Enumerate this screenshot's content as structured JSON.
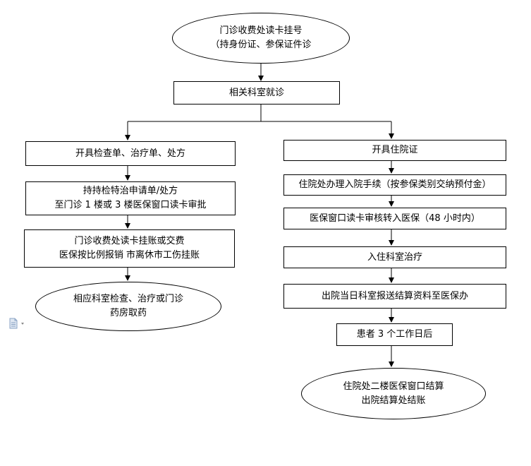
{
  "flowchart": {
    "start": {
      "lines": [
        "门诊收费处读卡挂号",
        "（持身份证、参保证件诊"
      ]
    },
    "department": {
      "lines": [
        "相关科室就诊"
      ]
    },
    "outpatient": [
      {
        "lines": [
          "开具检查单、治疗单、处方"
        ]
      },
      {
        "lines": [
          "持持检特治申请单/处方",
          "至门诊 1 楼或 3 楼医保窗口读卡审批"
        ]
      },
      {
        "lines": [
          "门诊收费处读卡挂账或交费",
          "医保按比例报销    市离休市工伤挂账"
        ]
      },
      {
        "lines": [
          "相应科室检查、治疗或门诊",
          "药房取药"
        ]
      }
    ],
    "inpatient": [
      {
        "lines": [
          "开具住院证"
        ]
      },
      {
        "lines": [
          "住院处办理入院手续（按参保类别交纳预付金）"
        ]
      },
      {
        "lines": [
          "医保窗口读卡审核转入医保（48 小时内）"
        ]
      },
      {
        "lines": [
          "入住科室治疗"
        ]
      },
      {
        "lines": [
          "出院当日科室报送结算资料至医保办"
        ]
      },
      {
        "lines": [
          "患者 3 个工作日后"
        ]
      },
      {
        "lines": [
          "住院处二楼医保窗口结算",
          "出院结算处结账"
        ]
      }
    ]
  },
  "side_icon": "document-icon",
  "colors": {
    "line": "#000000",
    "background": "#ffffff",
    "icon": "#8aa3c4"
  }
}
